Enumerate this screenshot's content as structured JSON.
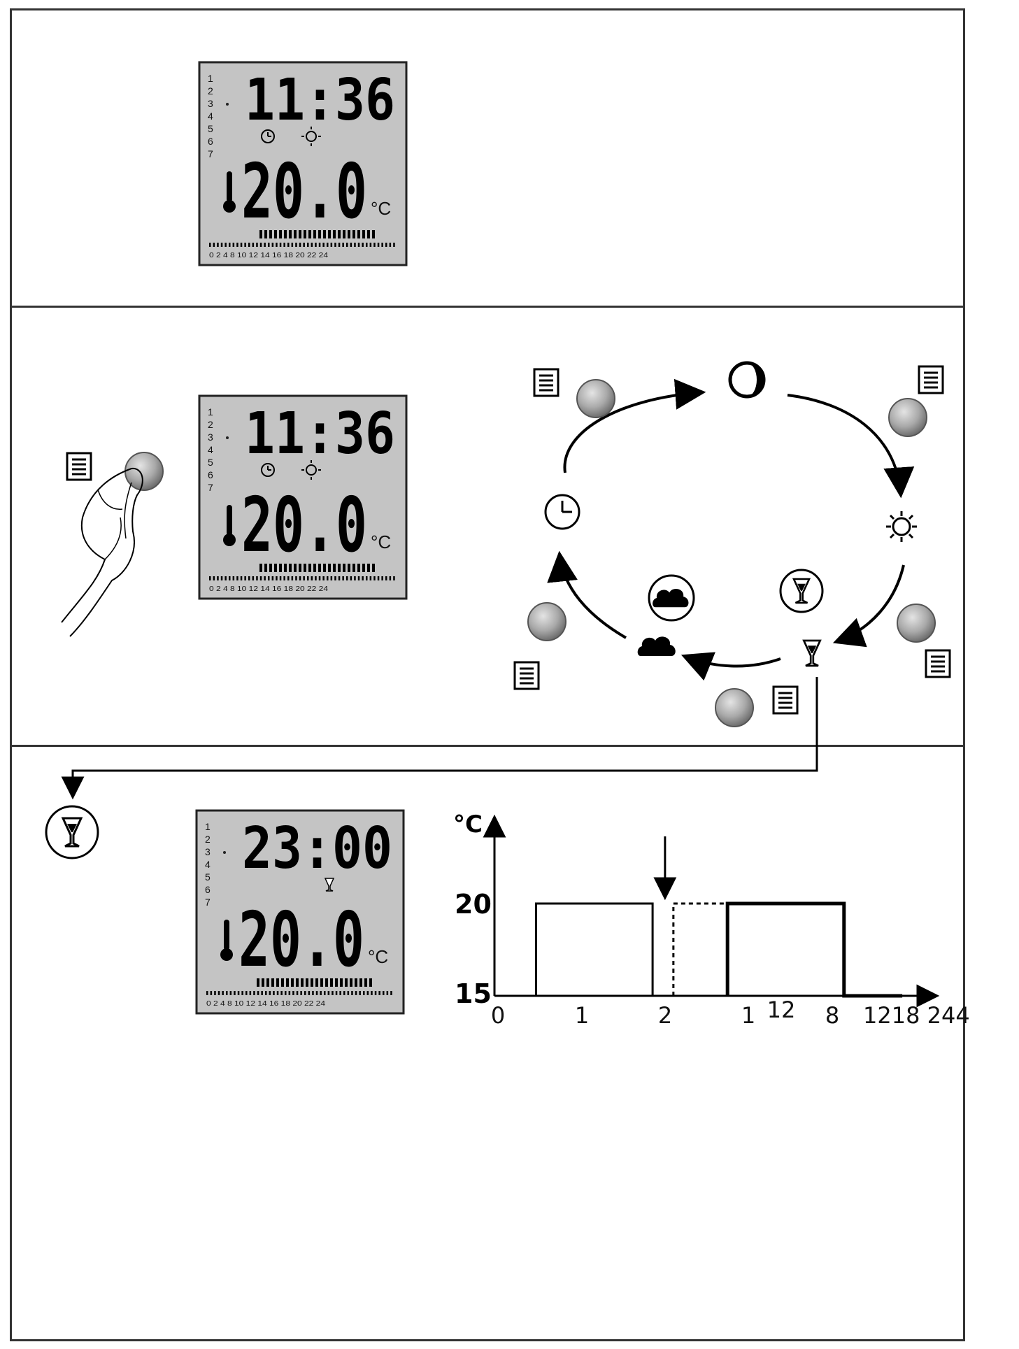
{
  "panels": [
    {
      "lcd": {
        "time": "11:36",
        "temp": "20.0",
        "unit": "°C",
        "day_numbers": [
          "1",
          "2",
          "3",
          "4",
          "5",
          "6",
          "7"
        ],
        "hour_scale": "0 2 4 8 10 12 14 16 18 20 22 24",
        "icons": [
          "clock-icon",
          "sun-icon"
        ]
      }
    },
    {
      "lcd": {
        "time": "11:36",
        "temp": "20.0",
        "unit": "°C",
        "day_numbers": [
          "1",
          "2",
          "3",
          "4",
          "5",
          "6",
          "7"
        ],
        "hour_scale": "0 2 4 8 10 12 14 16 18 20 22 24",
        "icons": [
          "clock-icon",
          "sun-icon"
        ]
      },
      "cycle": {
        "modes": [
          "moon-icon",
          "sun-icon",
          "party-glass-icon",
          "away-icon",
          "clock-icon"
        ]
      }
    },
    {
      "lcd": {
        "time": "23:00",
        "temp": "20.0",
        "unit": "°C",
        "day_numbers": [
          "1",
          "2",
          "3",
          "4",
          "5",
          "6",
          "7"
        ],
        "hour_scale": "0 2 4 8 10 12 14 16 18 20 22 24",
        "icons": [
          "party-glass-icon"
        ]
      }
    }
  ],
  "chart_data": {
    "type": "line",
    "ylabel": "°C",
    "y_ticks": [
      "20",
      "15"
    ],
    "x_tick_labels": [
      "0",
      "1",
      "2",
      "1",
      "12",
      "8",
      "1218 244"
    ],
    "solid_profile": [
      [
        0,
        15
      ],
      [
        0.5,
        15
      ],
      [
        0.5,
        20
      ],
      [
        1.9,
        20
      ],
      [
        1.9,
        15
      ],
      [
        2.8,
        15
      ],
      [
        2.8,
        20
      ],
      [
        4.2,
        20
      ],
      [
        4.2,
        15
      ],
      [
        4.9,
        15
      ]
    ],
    "dashed_extension": [
      [
        2.15,
        15
      ],
      [
        2.15,
        20
      ],
      [
        2.8,
        20
      ]
    ],
    "marker_arrow_x": 2.15,
    "ylim": [
      15,
      20
    ]
  },
  "colors": {
    "lcd_bg": "#c4c4c4",
    "line": "#000000",
    "frame": "#333333",
    "button": "#a9a9a9"
  }
}
